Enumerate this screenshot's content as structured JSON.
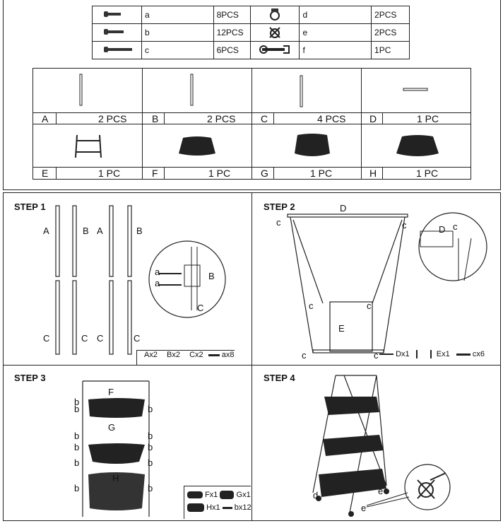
{
  "hardware": {
    "rows": [
      {
        "left_letter": "a",
        "left_qty": "8PCS",
        "right_letter": "d",
        "right_qty": "2PCS"
      },
      {
        "left_letter": "b",
        "left_qty": "12PCS",
        "right_letter": "e",
        "right_qty": "2PCS"
      },
      {
        "left_letter": "c",
        "left_qty": "6PCS",
        "right_letter": "f",
        "right_qty": "1PC"
      }
    ]
  },
  "parts": {
    "row1": [
      {
        "letter": "A",
        "qty": "2 PCS"
      },
      {
        "letter": "B",
        "qty": "2 PCS"
      },
      {
        "letter": "C",
        "qty": "4 PCS"
      },
      {
        "letter": "D",
        "qty": "1 PC"
      }
    ],
    "row2": [
      {
        "letter": "E",
        "qty": "1 PC"
      },
      {
        "letter": "F",
        "qty": "1 PC"
      },
      {
        "letter": "G",
        "qty": "1 PC"
      },
      {
        "letter": "H",
        "qty": "1 PC"
      }
    ]
  },
  "step1": {
    "title": "STEP 1",
    "labels": {
      "a": "a",
      "b": "b",
      "A": "A",
      "B": "B",
      "C": "C"
    },
    "legend": [
      "Ax2",
      "Bx2",
      "Cx2",
      "ax8"
    ]
  },
  "step2": {
    "title": "STEP 2",
    "labels": {
      "c": "c",
      "D": "D",
      "E": "E"
    },
    "legend": [
      "Dx1",
      "Ex1",
      "cx6"
    ]
  },
  "step3": {
    "title": "STEP 3",
    "labels": {
      "b": "b",
      "F": "F",
      "G": "G",
      "H": "H"
    },
    "legend": [
      "Fx1",
      "Gx1",
      "Hx1",
      "bx12"
    ]
  },
  "step4": {
    "title": "STEP 4",
    "labels": {
      "d": "d",
      "e": "e"
    }
  }
}
